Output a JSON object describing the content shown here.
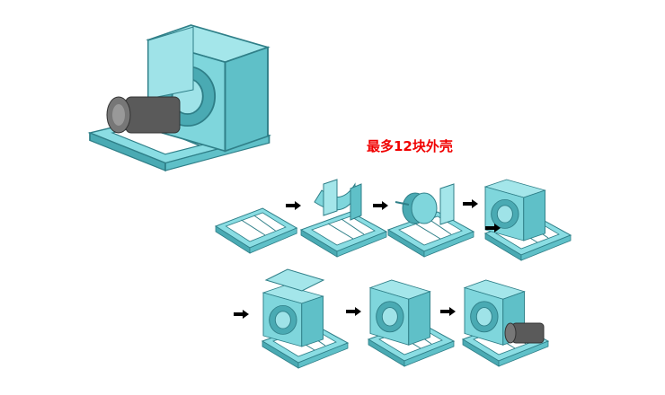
{
  "caption": "最多12块外壳",
  "colors": {
    "body": "#7fd6dc",
    "edge": "#2f7f88",
    "dark": "#4aaab3",
    "motor": "#555555",
    "arrow": "#000000",
    "caption": "#f00000"
  },
  "steps": [
    "base-frame",
    "inlet-box",
    "impeller",
    "housing-sides",
    "housing-top",
    "closed-housing",
    "motor-mounted"
  ]
}
